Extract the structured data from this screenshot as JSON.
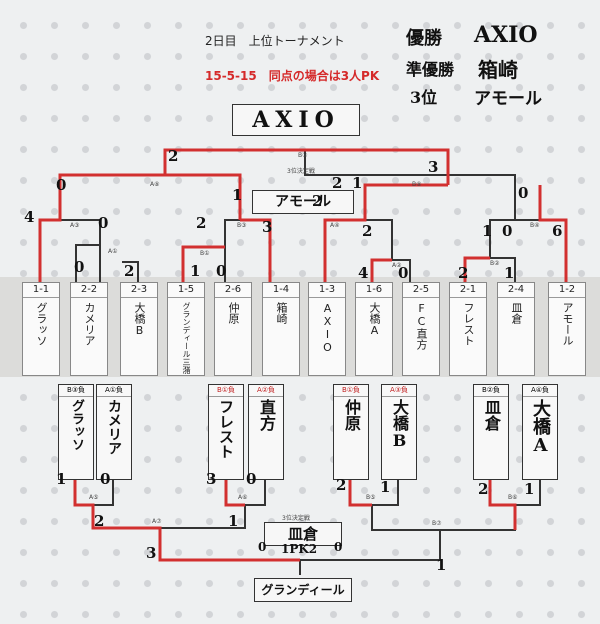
{
  "header": {
    "title": "2日目　上位トーナメント",
    "rule": "15-5-15　同点の場合は3人PK"
  },
  "results": {
    "champion_label": "優勝",
    "champion": "AXIO",
    "runnerup_label": "準優勝",
    "runnerup": "箱崎",
    "third_label": "3位",
    "third": "アモール"
  },
  "final_winner": "AXIO",
  "third_place_winner": "アモール",
  "teams": [
    {
      "code": "1-1",
      "name": "グラッソ"
    },
    {
      "code": "2-2",
      "name": "カメリア"
    },
    {
      "code": "2-3",
      "name": "大橋B"
    },
    {
      "code": "1-5",
      "name": "グランディール三潴"
    },
    {
      "code": "2-6",
      "name": "仲原"
    },
    {
      "code": "1-4",
      "name": "箱崎"
    },
    {
      "code": "1-3",
      "name": "AXIO"
    },
    {
      "code": "1-6",
      "name": "大橋A"
    },
    {
      "code": "2-5",
      "name": "FC直方"
    },
    {
      "code": "2-1",
      "name": "フレスト"
    },
    {
      "code": "2-4",
      "name": "皿倉"
    },
    {
      "code": "1-2",
      "name": "アモール"
    }
  ],
  "lower": [
    {
      "tag": "B③負",
      "name": "グラッソ"
    },
    {
      "tag": "A①負",
      "name": "カメリア"
    },
    {
      "tag": "B①負",
      "name": "フレスト"
    },
    {
      "tag": "A②負",
      "name": "直方"
    },
    {
      "tag": "B①負",
      "name": "仲原"
    },
    {
      "tag": "A③負",
      "name": "大橋B"
    },
    {
      "tag": "B②負",
      "name": "皿倉"
    },
    {
      "tag": "A④負",
      "name": "大橋A"
    }
  ],
  "lower_final_winner": "皿倉",
  "lower_final_pk": "1PK2",
  "lower_champion": "グランディール",
  "match_labels": {
    "a1": "A①",
    "a2": "A②",
    "a3": "A③",
    "a4": "A④",
    "b1": "B①",
    "b2": "B②",
    "b3": "B③",
    "b4": "B④",
    "a5": "A⑤",
    "b5": "B⑤",
    "a6": "A⑥",
    "b6": "B⑥",
    "a7": "A⑦",
    "b7": "B⑦",
    "a8": "A⑧",
    "b8": "B⑧",
    "third_top": "3位決定戦",
    "third_bottom": "3位決定戦",
    "final_b": "B⑨"
  },
  "scores": {
    "f_l": "2",
    "f_r": "3",
    "sf_l_l": "0",
    "sf_l_r": "1",
    "sf_r_l": "2",
    "sf_r_r": "0",
    "tp_l": "2",
    "tp_r": "1",
    "qa_l": "4",
    "qa_r": "0",
    "qb_l": "2",
    "qb_r": "3",
    "qc_l": "2",
    "qc_r": "1",
    "qd_l": "0",
    "qd_r": "6",
    "r1a_l": "0",
    "r1a_r": "2",
    "r1b_l": "1",
    "r1b_r": "0",
    "r1c_l": "4",
    "r1c_r": "0",
    "r1d_l": "2",
    "r1d_r": "1",
    "l1_l": "1",
    "l1_r": "0",
    "l2_l": "3",
    "l2_r": "0",
    "l3_l": "2",
    "l3_r": "1",
    "l4_l": "2",
    "l4_r": "1",
    "l5_l": "2",
    "l5_r": "1",
    "l6_l": "0",
    "l6_r": "0",
    "lf_l": "3",
    "lf_r": "1"
  }
}
